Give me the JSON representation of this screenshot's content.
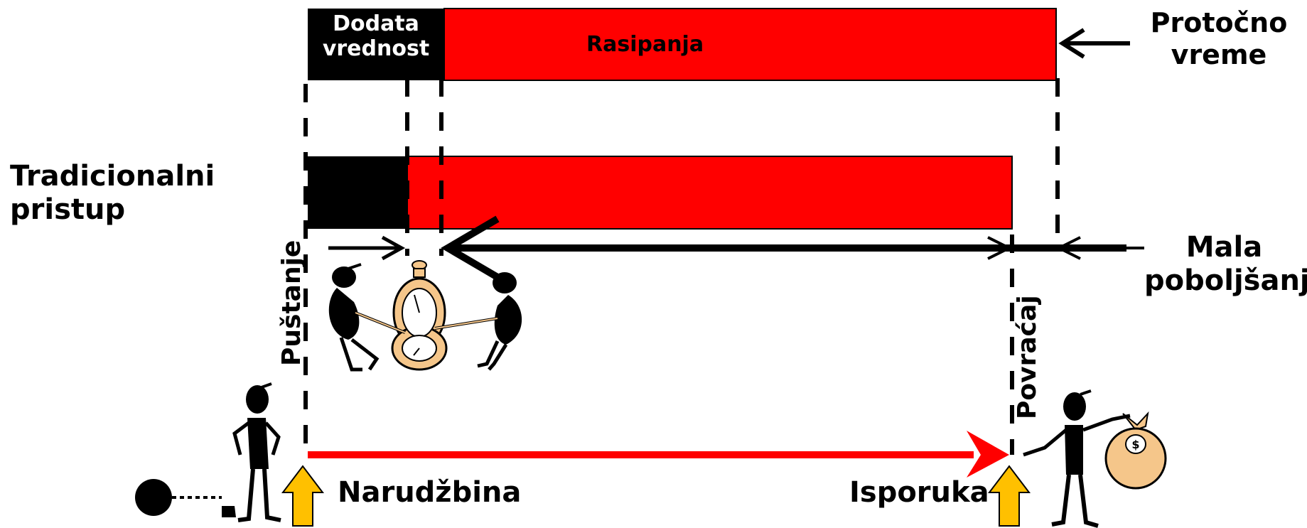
{
  "top_bar": {
    "value_added_line1": "Dodata",
    "value_added_line2": "vrednost",
    "waste_label": "Rasipanja"
  },
  "lead_time": {
    "line1": "Protočno",
    "line2": "vreme"
  },
  "traditional": {
    "line1": "Tradicionalni",
    "line2": "pristup"
  },
  "small_improvements": {
    "line1": "Mala",
    "line2": "poboljšanja"
  },
  "release_label": "Puštanje",
  "return_label": "Povraćaj",
  "order_label": "Narudžbina",
  "delivery_label": "Isporuka",
  "colors": {
    "waste": "#ff0000",
    "value_added": "#000000",
    "marker_arrow": "#ffc000",
    "clock": "#f5c68a"
  }
}
